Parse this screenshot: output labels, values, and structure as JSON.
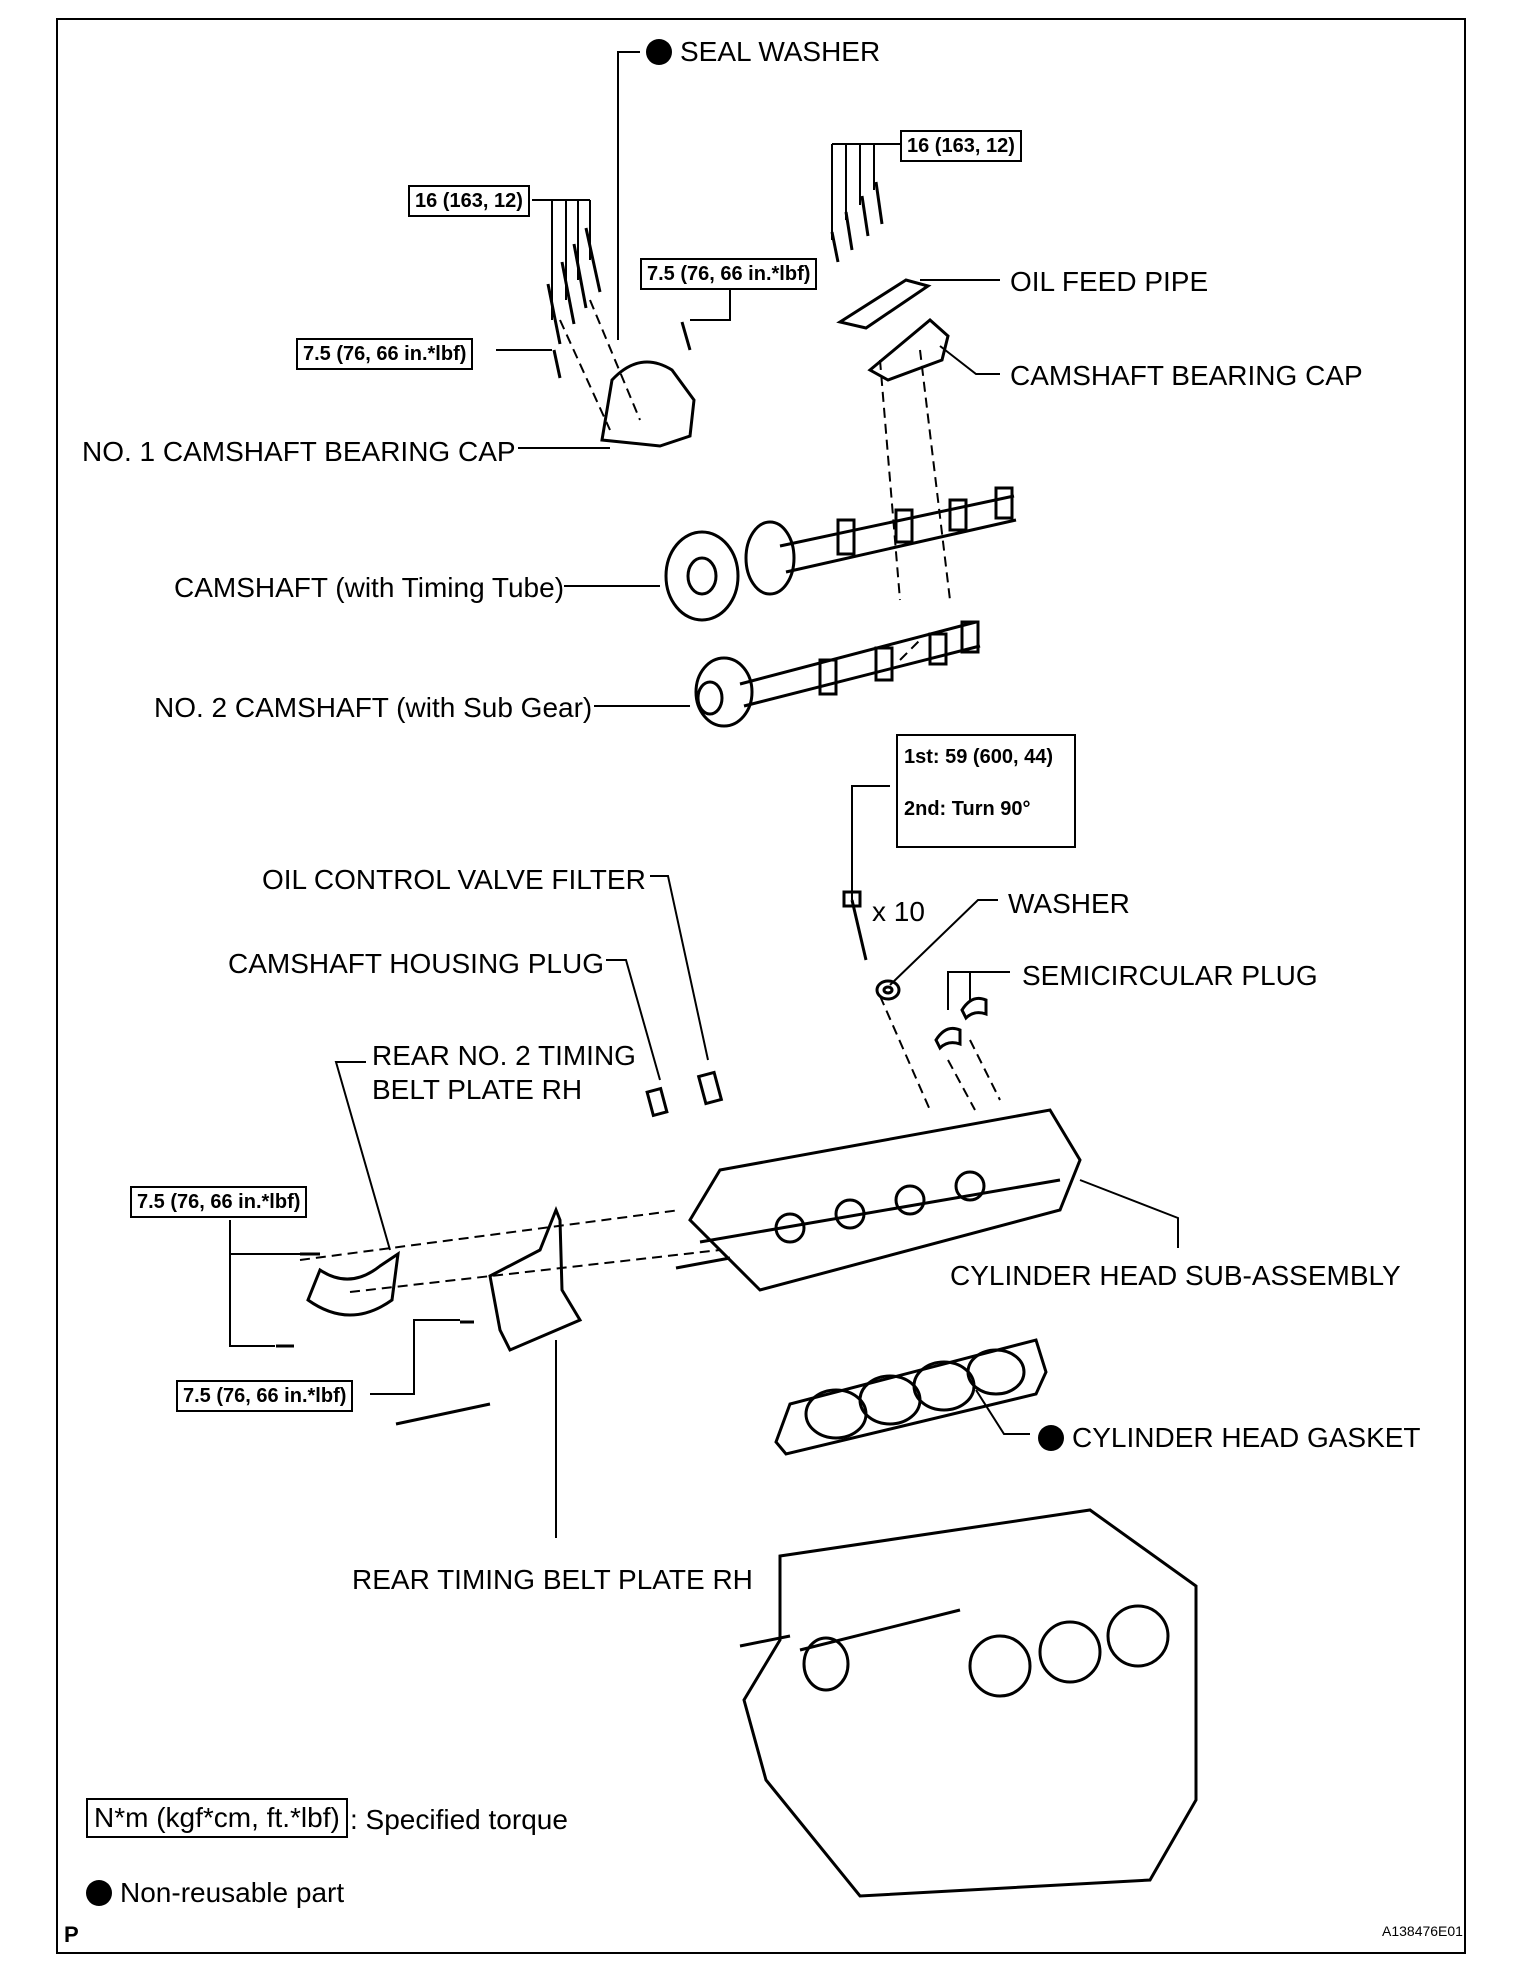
{
  "labels": {
    "seal_washer": "SEAL WASHER",
    "oil_feed_pipe": "OIL FEED PIPE",
    "camshaft_bearing_cap": "CAMSHAFT BEARING CAP",
    "no1_camshaft_bearing_cap": "NO. 1 CAMSHAFT BEARING CAP",
    "camshaft_timing_tube": "CAMSHAFT (with Timing Tube)",
    "no2_camshaft": "NO. 2 CAMSHAFT (with Sub Gear)",
    "oil_control_valve_filter": "OIL CONTROL VALVE FILTER",
    "camshaft_housing_plug": "CAMSHAFT HOUSING PLUG",
    "rear_no2_plate_line1": "REAR NO. 2 TIMING",
    "rear_no2_plate_line2": "BELT PLATE RH",
    "washer": "WASHER",
    "semicircular_plug": "SEMICIRCULAR PLUG",
    "cylinder_head_sub_assembly": "CYLINDER HEAD SUB-ASSEMBLY",
    "cylinder_head_gasket": "CYLINDER HEAD GASKET",
    "rear_timing_belt_plate": "REAR TIMING BELT PLATE RH",
    "bolt_count": "x 10"
  },
  "torques": {
    "bolt_16_left": "16 (163, 12)",
    "bolt_16_right": "16 (163, 12)",
    "bolt_75_top": "7.5 (76, 66 in.*lbf)",
    "bolt_75_cap": "7.5 (76, 66 in.*lbf)",
    "bolt_75_plate_no2": "7.5 (76, 66 in.*lbf)",
    "bolt_75_plate": "7.5 (76, 66 in.*lbf)",
    "head_bolt_1st": "1st: 59 (600, 44)",
    "head_bolt_2nd": "2nd: Turn 90°"
  },
  "legend": {
    "torque_unit": "N*m (kgf*cm, ft.*lbf)",
    "torque_desc": ": Specified torque",
    "non_reusable": "Non-reusable part"
  },
  "codes": {
    "corner_p": "P",
    "figure_id": "A138476E01"
  }
}
